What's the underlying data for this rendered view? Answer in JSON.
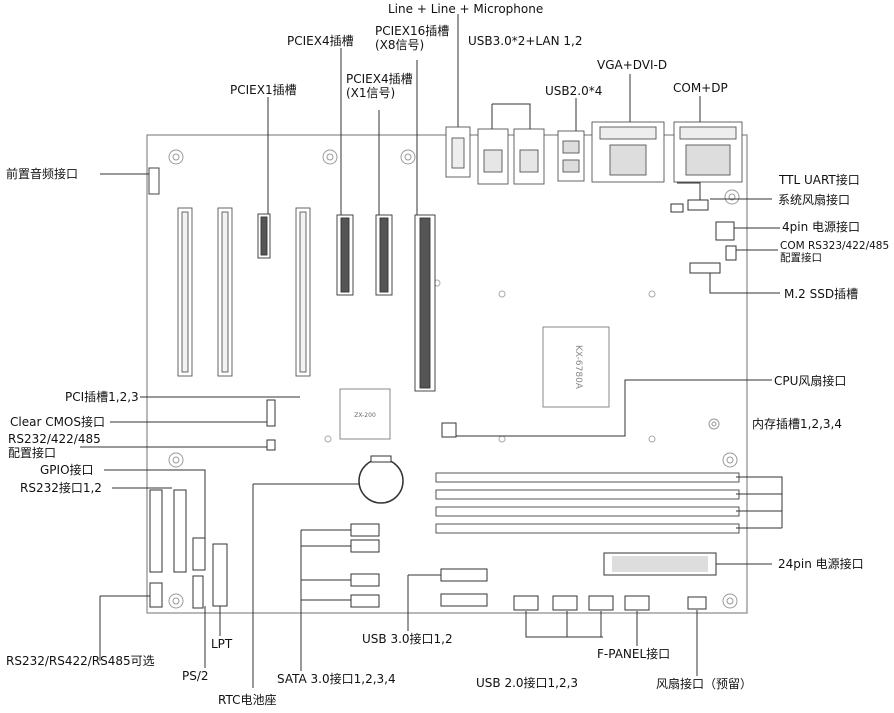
{
  "labels": {
    "line_mic": "Line + Line + Microphone",
    "pciex16": "PCIEX16插槽\n(X8信号)",
    "pciex4_a": "PCIEX4插槽",
    "pciex4_b": "PCIEX4插槽\n(X1信号)",
    "pciex1": "PCIEX1插槽",
    "usb3_lan": "USB3.0*2+LAN 1,2",
    "vga_dvi": "VGA+DVI-D",
    "usb2x4": "USB2.0*4",
    "com_dp": "COM+DP",
    "front_audio": "前置音频接口",
    "ttl_uart": "TTL UART接口",
    "sys_fan": "系统风扇接口",
    "pin4_power": "4pin 电源接口",
    "com_cfg": "COM RS323/422/485\n配置接口",
    "m2_ssd": "M.2 SSD插槽",
    "cpu_fan": "CPU风扇接口",
    "memory": "内存插槽1,2,3,4",
    "pci_slots": "PCI插槽1,2,3",
    "clear_cmos": "Clear CMOS接口",
    "rs232_cfg": "RS232/422/485\n配置接口",
    "gpio": "GPIO接口",
    "rs232_12": "RS232接口1,2",
    "pin24_power": "24pin 电源接口",
    "rs_select": "RS232/RS422/RS485可选",
    "lpt": "LPT",
    "ps2": "PS/2",
    "sata": "SATA 3.0接口1,2,3,4",
    "usb3_hdr": "USB 3.0接口1,2",
    "usb2_hdr": "USB 2.0接口1,2,3",
    "fpanel": "F-PANEL接口",
    "fan_reserved": "风扇接口（预留）",
    "rtc": "RTC电池座"
  },
  "board_marks": {
    "chipset": "ZX-200",
    "cpu": "KX-6780A"
  }
}
